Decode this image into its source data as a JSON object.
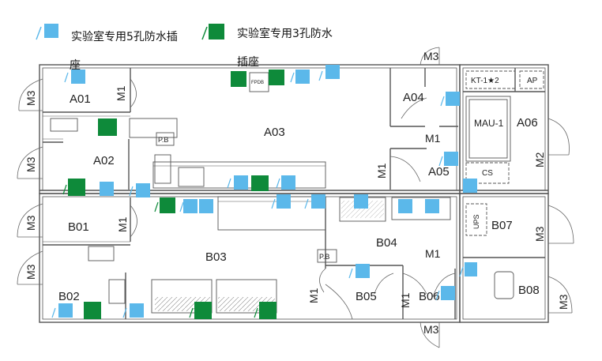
{
  "legend": {
    "five_hole_color": "#5bb8ea",
    "three_hole_color": "#0e8a3a",
    "five_hole_line1": "实验室专用5孔防水插",
    "five_hole_line2": "座",
    "three_hole_line1": "实验室专用3孔防水",
    "three_hole_line2": "插座"
  },
  "rooms": {
    "a01": "A01",
    "a02": "A02",
    "a03": "A03",
    "a04": "A04",
    "a05": "A05",
    "a06": "A06",
    "b01": "B01",
    "b02": "B02",
    "b03": "B03",
    "b04": "B04",
    "b05": "B05",
    "b06": "B06",
    "b07": "B07",
    "b08": "B08"
  },
  "doors": {
    "m1": "M1",
    "m2": "M2",
    "m3": "M3"
  },
  "equipment": {
    "kt": "KT-1★2",
    "ap": "AP",
    "mau": "MAU-1",
    "cs": "CS",
    "pb": "P.B",
    "ups": "UPS",
    "fpdb": "FPDB"
  }
}
